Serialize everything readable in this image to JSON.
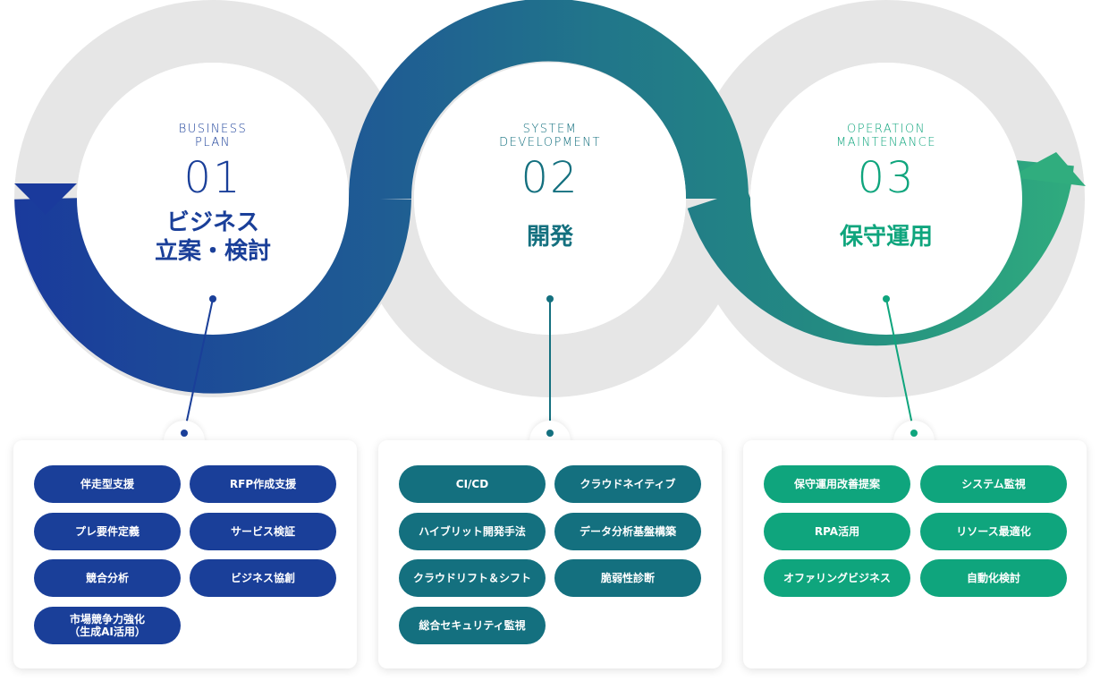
{
  "colors": {
    "phase1": "#1a3f99",
    "phase2": "#14707f",
    "phase3": "#0fa57d",
    "gray_ring": "#e6e6e6"
  },
  "phases": [
    {
      "en_line1": "BUSINESS",
      "en_line2": "PLAN",
      "number": "01",
      "jp_line1": "ビジネス",
      "jp_line2": "立案・検討",
      "items": [
        "伴走型支援",
        "RFP作成支援",
        "プレ要件定義",
        "サービス検証",
        "競合分析",
        "ビジネス協創",
        "市場競争力強化\n（生成AI活用）"
      ]
    },
    {
      "en_line1": "SYSTEM",
      "en_line2": "DEVELOPMENT",
      "number": "02",
      "jp_line1": "開発",
      "jp_line2": "",
      "items": [
        "CI/CD",
        "クラウドネイティブ",
        "ハイブリット開発手法",
        "データ分析基盤構築",
        "クラウドリフト＆シフト",
        "脆弱性診断",
        "総合セキュリティ監視"
      ]
    },
    {
      "en_line1": "OPERATION",
      "en_line2": "MAINTENANCE",
      "number": "03",
      "jp_line1": "保守運用",
      "jp_line2": "",
      "items": [
        "保守運用改善提案",
        "システム監視",
        "RPA活用",
        "リソース最適化",
        "オファリングビジネス",
        "自動化検討"
      ]
    }
  ]
}
